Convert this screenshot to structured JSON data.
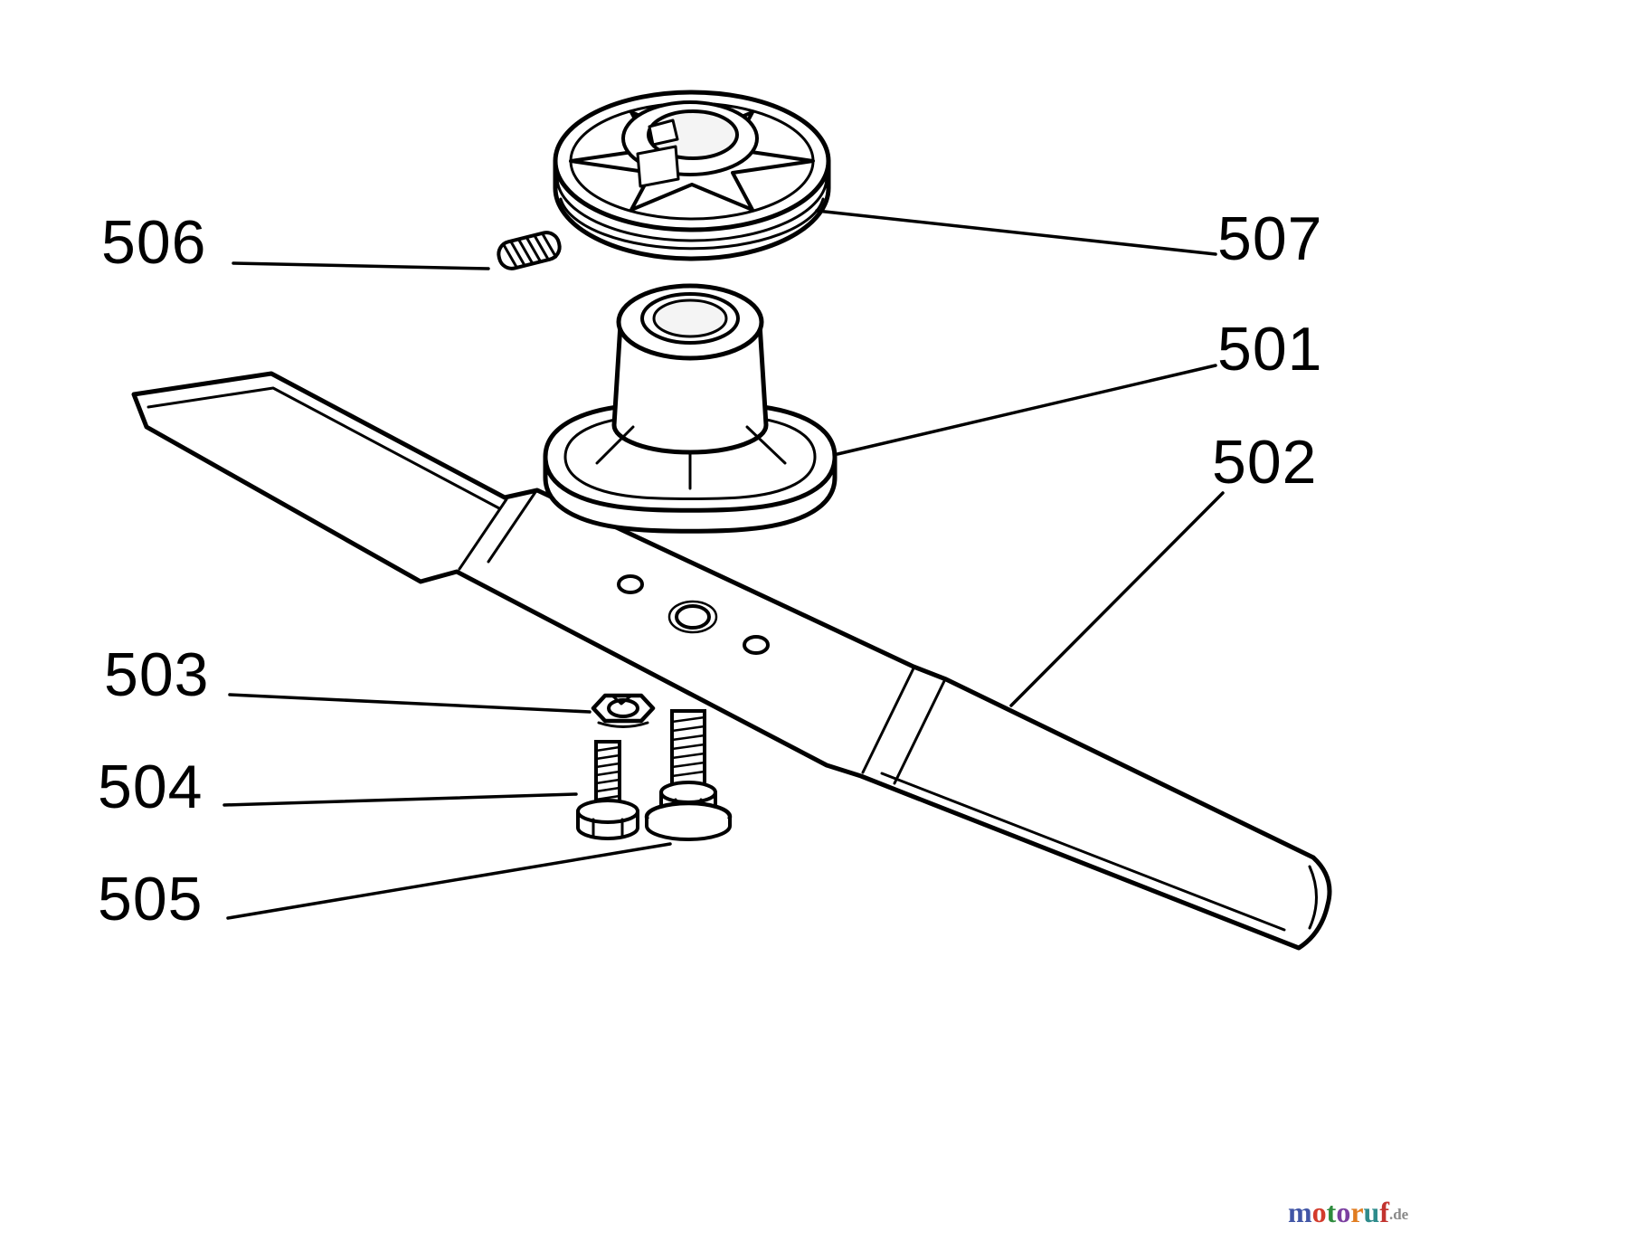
{
  "part_labels": {
    "p501": "501",
    "p502": "502",
    "p503": "503",
    "p504": "504",
    "p505": "505",
    "p506": "506",
    "p507": "507"
  },
  "logo": {
    "letters": [
      {
        "ch": "m",
        "style": "color:#4156a6"
      },
      {
        "ch": "o",
        "style": "color:#d33b2c"
      },
      {
        "ch": "t",
        "style": "color:#2e8b3d"
      },
      {
        "ch": "o",
        "style": "color:#7b3fa0"
      },
      {
        "ch": "r",
        "style": "color:#e07c20"
      },
      {
        "ch": "u",
        "style": "color:#2e8b8b"
      },
      {
        "ch": "f",
        "style": "color:#c2332f"
      }
    ],
    "suffix": ".de",
    "suffix_style": "color:#8a8a8a;font-size:17px;position:relative;top:-3px"
  }
}
